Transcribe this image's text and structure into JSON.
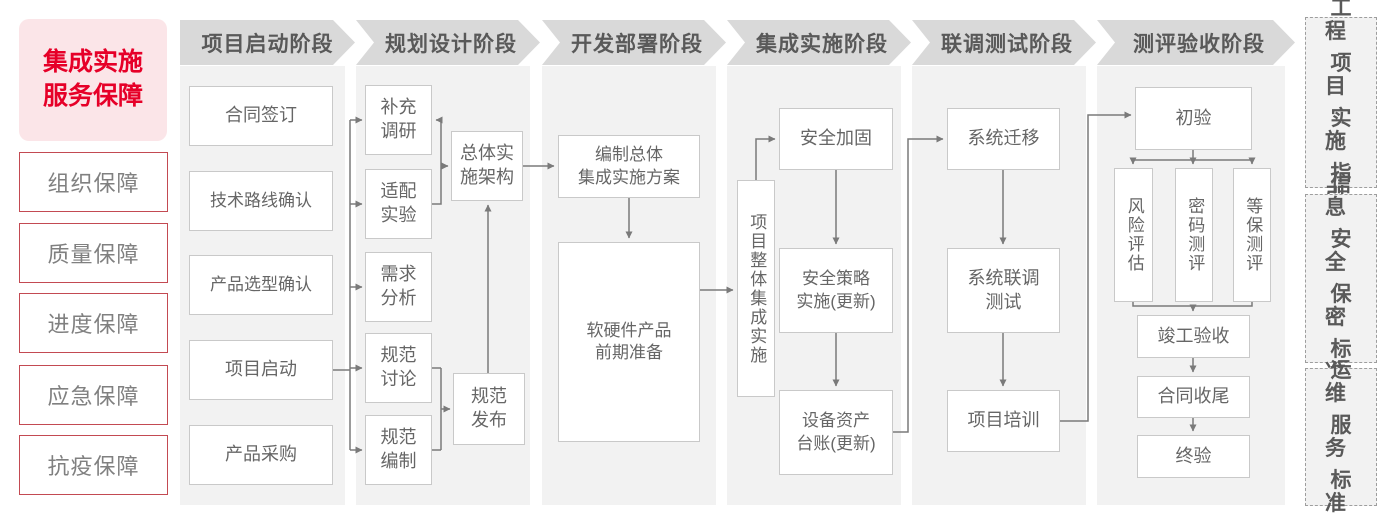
{
  "left_panel": {
    "title": "集成实施\n服务保障",
    "items": [
      "组织保障",
      "质量保障",
      "进度保障",
      "应急保障",
      "抗疫保障"
    ]
  },
  "phases": [
    {
      "label": "项目启动阶段",
      "boxes": [
        "合同签订",
        "技术路线确认",
        "产品选型确认",
        "项目启动",
        "产品采购"
      ]
    },
    {
      "label": "规划设计阶段",
      "boxes": [
        "补充\n调研",
        "适配\n实验",
        "需求\n分析",
        "规范\n讨论",
        "规范\n编制",
        "总体实\n施架构",
        "规范\n发布"
      ]
    },
    {
      "label": "开发部署阶段",
      "boxes": [
        "编制总体\n集成实施方案",
        "软硬件产品\n前期准备"
      ]
    },
    {
      "label": "集成实施阶段",
      "boxes": [
        "项目整体集成实施",
        "安全加固",
        "安全策略\n实施(更新)",
        "设备资产\n台账(更新)"
      ]
    },
    {
      "label": "联调测试阶段",
      "boxes": [
        "系统迁移",
        "系统联调\n测试",
        "项目培训"
      ]
    },
    {
      "label": "测评验收阶段",
      "boxes": [
        "初验",
        "风险评估",
        "密码测评",
        "等保测评",
        "竣工验收",
        "合同收尾",
        "终验"
      ]
    }
  ],
  "right_panel": {
    "boxes": [
      {
        "lines": [
          "工程",
          "项目",
          "实施",
          "指引"
        ]
      },
      {
        "lines": [
          "信息",
          "安全",
          "保密",
          "标准"
        ]
      },
      {
        "lines": [
          "运维",
          "服务",
          "标准"
        ]
      }
    ]
  },
  "colors": {
    "accent_red": "#e60028",
    "pink_bg": "#fbe5e8",
    "red_border": "#c34a52",
    "panel_bg": "#f2f2f2",
    "header_bg": "#d9d9d9",
    "text_gray": "#666666",
    "connector": "#7a7a7a"
  }
}
